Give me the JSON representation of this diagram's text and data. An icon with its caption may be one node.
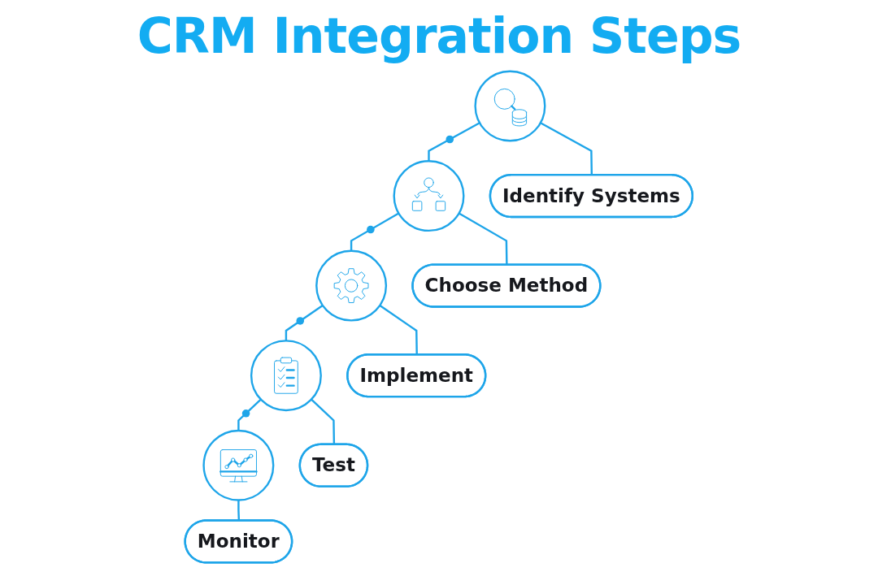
{
  "diagram": {
    "title": "CRM Integration Steps",
    "nodes": [
      {
        "text": [],
        "shape": "circle"
      },
      {
        "text": [
          "Identify Systems"
        ]
      },
      {
        "text": [],
        "shape": "circle"
      },
      {
        "text": [
          "Choose Method"
        ]
      },
      {
        "text": [],
        "shape": "circle"
      },
      {
        "text": [
          "Implement"
        ]
      },
      {
        "text": [],
        "shape": "circle"
      },
      {
        "text": [
          "Test"
        ]
      },
      {
        "text": [],
        "shape": "circle"
      },
      {
        "text": [
          "Monitor"
        ]
      }
    ],
    "edges": [
      {
        "from": 0,
        "to": 1,
        "arrow": "none"
      },
      {
        "from": 0,
        "to": 2,
        "arrow": "none"
      },
      {
        "from": 2,
        "to": 3,
        "arrow": "none"
      },
      {
        "from": 2,
        "to": 4,
        "arrow": "none"
      },
      {
        "from": 4,
        "to": 5,
        "arrow": "none"
      },
      {
        "from": 4,
        "to": 6,
        "arrow": "none"
      },
      {
        "from": 6,
        "to": 7,
        "arrow": "none"
      },
      {
        "from": 6,
        "to": 8,
        "arrow": "none"
      },
      {
        "from": 8,
        "to": 9,
        "arrow": "none"
      }
    ]
  }
}
